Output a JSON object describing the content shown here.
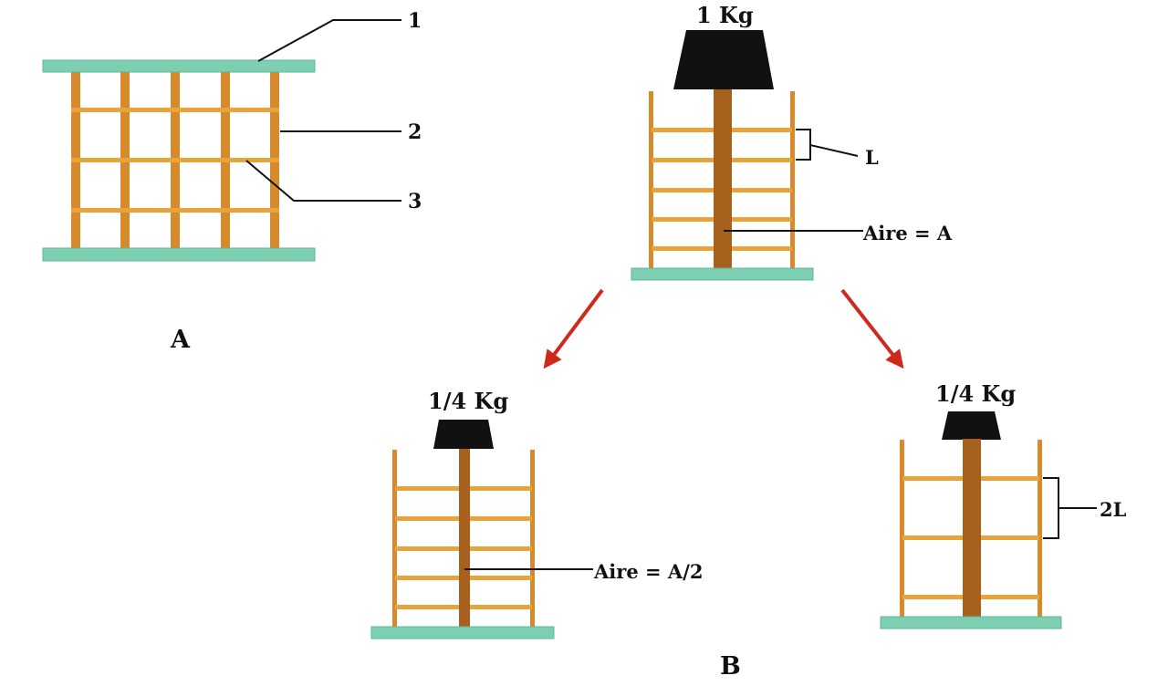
{
  "colors": {
    "base_plate": "#7ccfb1",
    "thin_strut": "#d68a2c",
    "rung": "#e7a43a",
    "thick_column": "#a8611d",
    "weight": "#111111",
    "arrow": "#d0281c",
    "leader_line": "#111111"
  },
  "panel_a": {
    "label": "A",
    "callouts": [
      "1",
      "2",
      "3"
    ]
  },
  "panel_b": {
    "label": "B",
    "top": {
      "weight": "1 Kg",
      "spacing": "L",
      "area": "Aire = A"
    },
    "left": {
      "weight": "1/4 Kg",
      "area": "Aire = A/2"
    },
    "right": {
      "weight": "1/4 Kg",
      "spacing": "2L"
    }
  }
}
